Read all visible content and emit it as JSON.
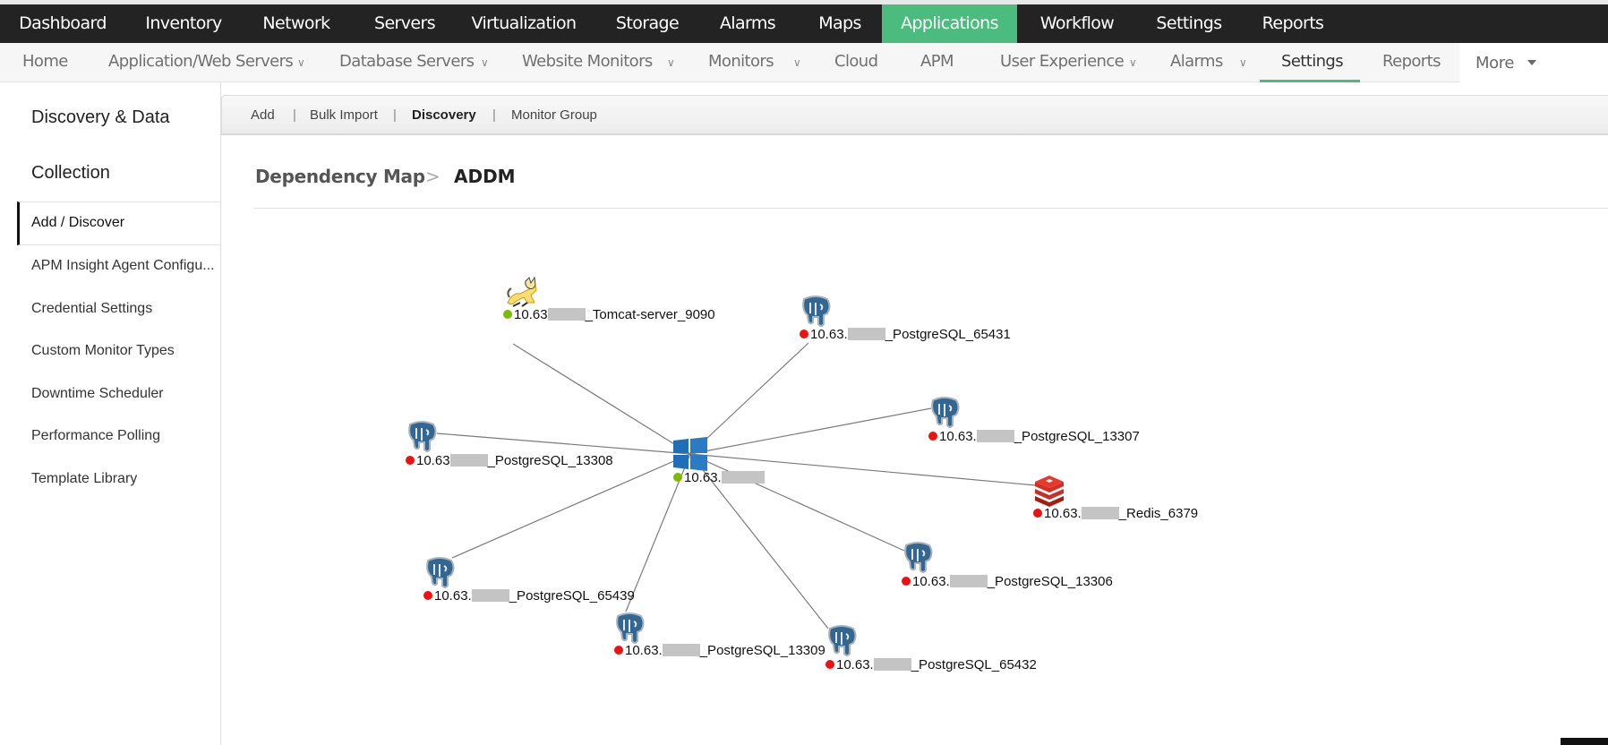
{
  "top_nav": {
    "items": [
      "Dashboard",
      "Inventory",
      "Network",
      "Servers",
      "Virtualization",
      "Storage",
      "Alarms",
      "Maps",
      "Applications",
      "Workflow",
      "Settings",
      "Reports"
    ],
    "active": "Applications",
    "accent_color": "#4cbc7e"
  },
  "sub_nav": {
    "items": [
      {
        "label": "Home",
        "dropdown": false
      },
      {
        "label": "Application/Web Servers",
        "dropdown": true
      },
      {
        "label": "Database Servers",
        "dropdown": true
      },
      {
        "label": "Website Monitors",
        "dropdown": true
      },
      {
        "label": "Monitors",
        "dropdown": true
      },
      {
        "label": "Cloud",
        "dropdown": false
      },
      {
        "label": "APM",
        "dropdown": false
      },
      {
        "label": "User Experience",
        "dropdown": true
      },
      {
        "label": "Alarms",
        "dropdown": true
      },
      {
        "label": "Settings",
        "dropdown": false
      },
      {
        "label": "Reports",
        "dropdown": false
      }
    ],
    "active": "Settings",
    "more_label": "More",
    "chevron_glyph": "∨"
  },
  "sidebar": {
    "title_line1": "Discovery & Data",
    "title_line2": "Collection",
    "items": [
      "Add / Discover",
      "APM Insight Agent Configu...",
      "Credential Settings",
      "Custom Monitor Types",
      "Downtime Scheduler",
      "Performance Polling",
      "Template Library"
    ],
    "active": "Add / Discover"
  },
  "tabs": {
    "items": [
      "Add",
      "Bulk Import",
      "Discovery",
      "Monitor Group"
    ],
    "active": "Discovery",
    "separator": "|"
  },
  "breadcrumb": {
    "parent": "Dependency Map",
    "separator": ">",
    "current": "ADDM"
  },
  "map": {
    "center": {
      "label_prefix": "10.63.",
      "label_suffix": "",
      "status": "up",
      "icon": "windows-server-icon"
    },
    "nodes": [
      {
        "id": "tomcat",
        "label_prefix": "10.63",
        "label_suffix": "_Tomcat-server_9090",
        "status": "up",
        "icon": "tomcat-icon"
      },
      {
        "id": "pg65431",
        "label_prefix": "10.63.",
        "label_suffix": "_PostgreSQL_65431",
        "status": "down",
        "icon": "postgresql-icon"
      },
      {
        "id": "pg13307",
        "label_prefix": "10.63.",
        "label_suffix": "_PostgreSQL_13307",
        "status": "down",
        "icon": "postgresql-icon"
      },
      {
        "id": "redis",
        "label_prefix": "10.63.",
        "label_suffix": "_Redis_6379",
        "status": "down",
        "icon": "redis-icon"
      },
      {
        "id": "pg13306",
        "label_prefix": "10.63.",
        "label_suffix": "_PostgreSQL_13306",
        "status": "down",
        "icon": "postgresql-icon"
      },
      {
        "id": "pg65432",
        "label_prefix": "10.63.",
        "label_suffix": "_PostgreSQL_65432",
        "status": "down",
        "icon": "postgresql-icon"
      },
      {
        "id": "pg13309",
        "label_prefix": "10.63.",
        "label_suffix": "_PostgreSQL_13309",
        "status": "down",
        "icon": "postgresql-icon"
      },
      {
        "id": "pg65439",
        "label_prefix": "10.63.",
        "label_suffix": "_PostgreSQL_65439",
        "status": "down",
        "icon": "postgresql-icon"
      },
      {
        "id": "pg13308",
        "label_prefix": "10.63",
        "label_suffix": "_PostgreSQL_13308",
        "status": "down",
        "icon": "postgresql-icon"
      }
    ],
    "status_colors": {
      "up": "#7cbb00",
      "down": "#ee1111"
    },
    "edge_color": "#7a7a7a"
  }
}
